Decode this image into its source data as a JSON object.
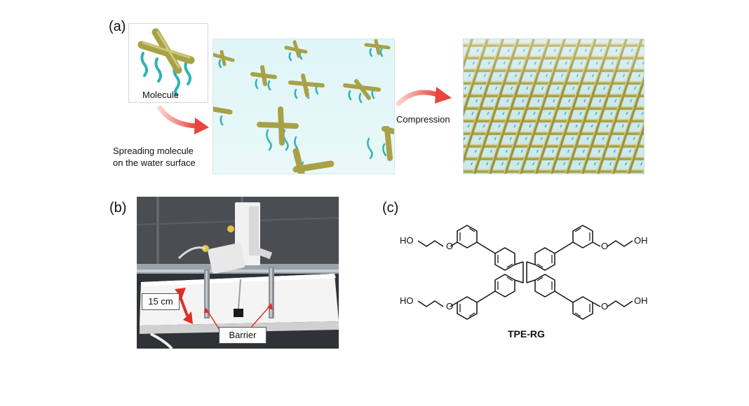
{
  "panel_a": {
    "label": "(a)",
    "inset_caption": "Molecule",
    "spread_caption_line1": "Spreading molecule",
    "spread_caption_line2": "on the water surface",
    "compression_label": "Compression"
  },
  "panel_b": {
    "label": "(b)",
    "scale_label": "15 cm",
    "barrier_label": "Barrier"
  },
  "panel_c": {
    "label": "(c)",
    "compound_name": "TPE-RG",
    "terminal_group": "HO",
    "terminal_group_right": "OH",
    "ether_oxygen": "O"
  },
  "colors": {
    "rod": "#a8a147",
    "chain": "#2fb3b7",
    "water": "#e4f6f8",
    "arrow": "#e8453c"
  }
}
